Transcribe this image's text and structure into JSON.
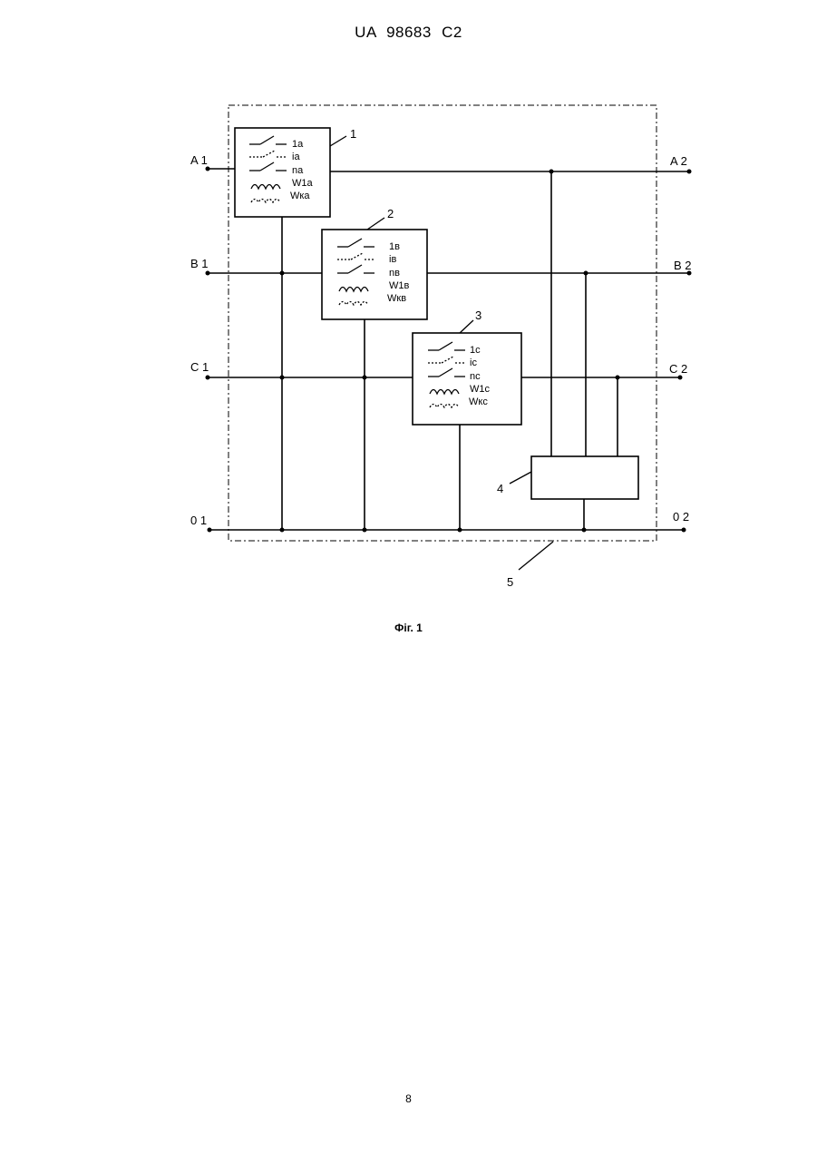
{
  "header": {
    "doc_id": "UA   98683   C2"
  },
  "terminals": {
    "a_in": "A 1",
    "a_out": "A 2",
    "b_in": "B 1",
    "b_out": "B 2",
    "c_in": "C 1",
    "c_out": "C 2",
    "n_in": "0 1",
    "n_out": "0 2"
  },
  "callouts": {
    "block1": "1",
    "block2": "2",
    "block3": "3",
    "block4": "4",
    "frame": "5"
  },
  "block1": {
    "items": [
      "1a",
      "ia",
      "na",
      "W1a",
      "Wка"
    ]
  },
  "block2": {
    "items": [
      "1в",
      "iв",
      "nв",
      "W1в",
      "Wкв"
    ]
  },
  "block3": {
    "items": [
      "1c",
      "ic",
      "nc",
      "W1c",
      "Wкс"
    ]
  },
  "caption": "Фіг. 1",
  "page_number": "8"
}
